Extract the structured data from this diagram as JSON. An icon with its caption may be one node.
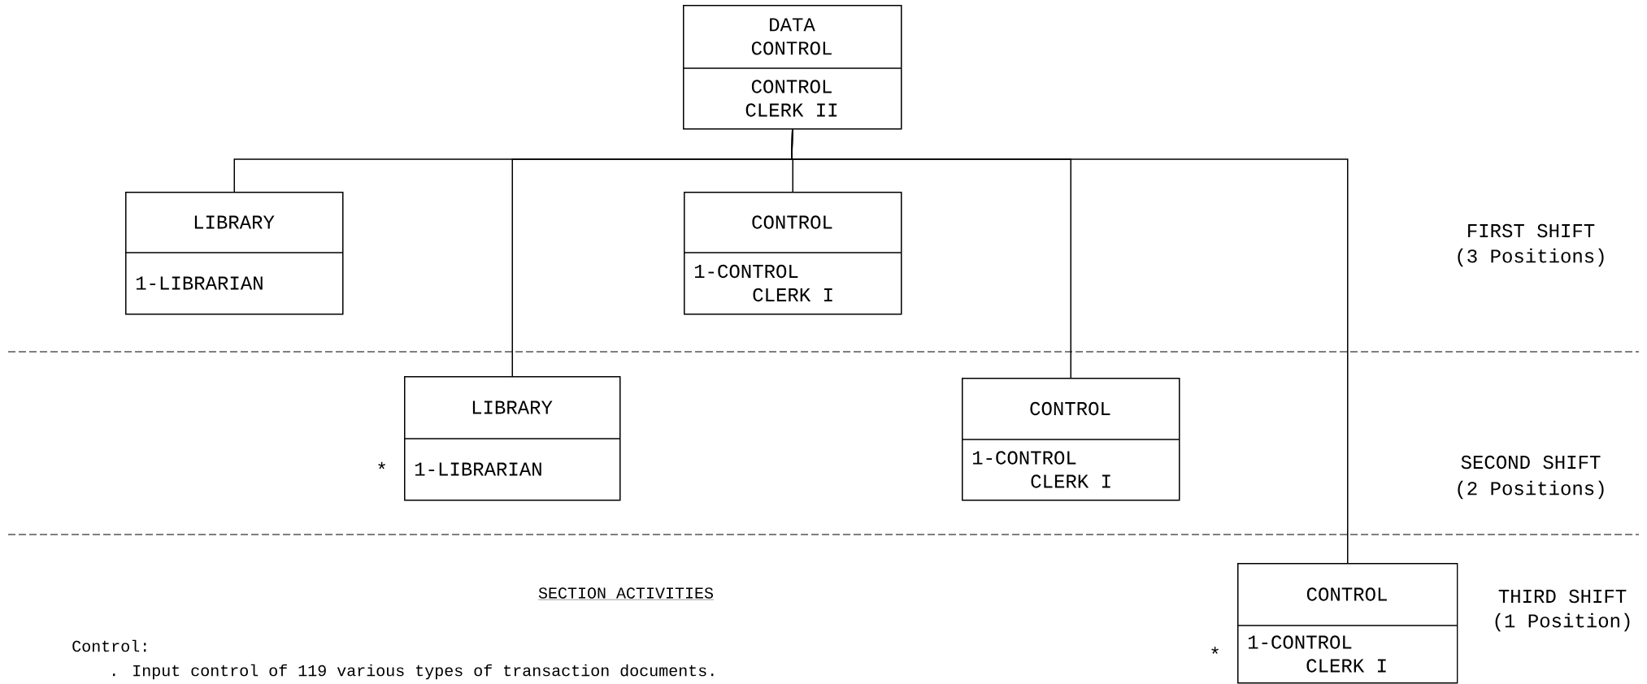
{
  "diagram": {
    "nodes": [
      {
        "text": [
          "DATA CONTROL",
          "CONTROL CLERK II"
        ]
      },
      {
        "text": [
          "LIBRARY",
          "1-LIBRARIAN"
        ]
      },
      {
        "text": [
          "CONTROL",
          "1-CONTROL CLERK I"
        ]
      },
      {
        "text": [
          "LIBRARY",
          "1-LIBRARIAN"
        ],
        "beside": [
          "*"
        ]
      },
      {
        "text": [
          "CONTROL",
          "1-CONTROL CLERK I"
        ]
      },
      {
        "text": [
          "CONTROL",
          "1-CONTROL CLERK I"
        ],
        "beside": [
          "*"
        ]
      }
    ],
    "edges": [
      {
        "from": 0,
        "to": 1,
        "arrow": "none"
      },
      {
        "from": 0,
        "to": 2,
        "arrow": "none"
      },
      {
        "from": 0,
        "to": 3,
        "arrow": "none"
      },
      {
        "from": 0,
        "to": 4,
        "arrow": "none"
      },
      {
        "from": 0,
        "to": 5,
        "arrow": "none"
      }
    ],
    "labels": [
      "FIRST SHIFT",
      "(3 Positions)",
      "SECOND SHIFT",
      "(2 Positions)",
      "THIRD SHIFT",
      "(1 Position)",
      "SECTION ACTIVITIES",
      "Control:",
      ". Input control of 119 various types of transaction documents."
    ]
  }
}
